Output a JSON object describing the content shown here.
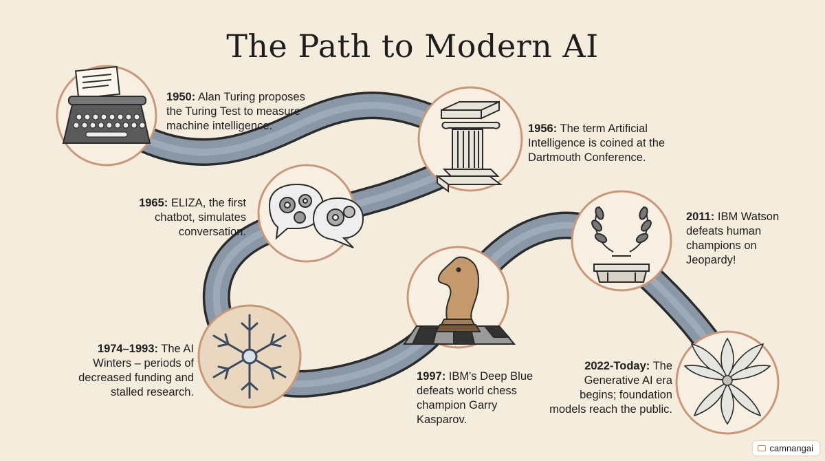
{
  "title": "The Path to Modern AI",
  "events": [
    {
      "year": "1950:",
      "text": "Alan Turing proposes the Turing Test to measure machine intelligence.",
      "icon": "typewriter-icon"
    },
    {
      "year": "1956:",
      "text": "The term Artificial Intelligence is coined at the Dartmouth Conference.",
      "icon": "column-icon"
    },
    {
      "year": "1965:",
      "text": "ELIZA, the first chatbot, simulates conversation.",
      "icon": "speech-gears-icon"
    },
    {
      "year": "1974–1993:",
      "text": "The AI Winters – periods of decreased funding and stalled research.",
      "icon": "snowflake-icon"
    },
    {
      "year": "1997:",
      "text": "IBM's Deep Blue defeats world chess champion Garry Kasparov.",
      "icon": "chess-knight-icon"
    },
    {
      "year": "2011:",
      "text": "IBM Watson defeats human champions on Jeopardy!",
      "icon": "laurel-podium-icon"
    },
    {
      "year": "2022-Today:",
      "text": "The Generative AI era begins; foundation models reach the public.",
      "icon": "lotus-icon"
    }
  ],
  "watermark": "camnangai",
  "colors": {
    "background": "#f4ecdc",
    "road": "#8a97a6",
    "circle_border": "#c89878",
    "text": "#1e1e1e"
  }
}
